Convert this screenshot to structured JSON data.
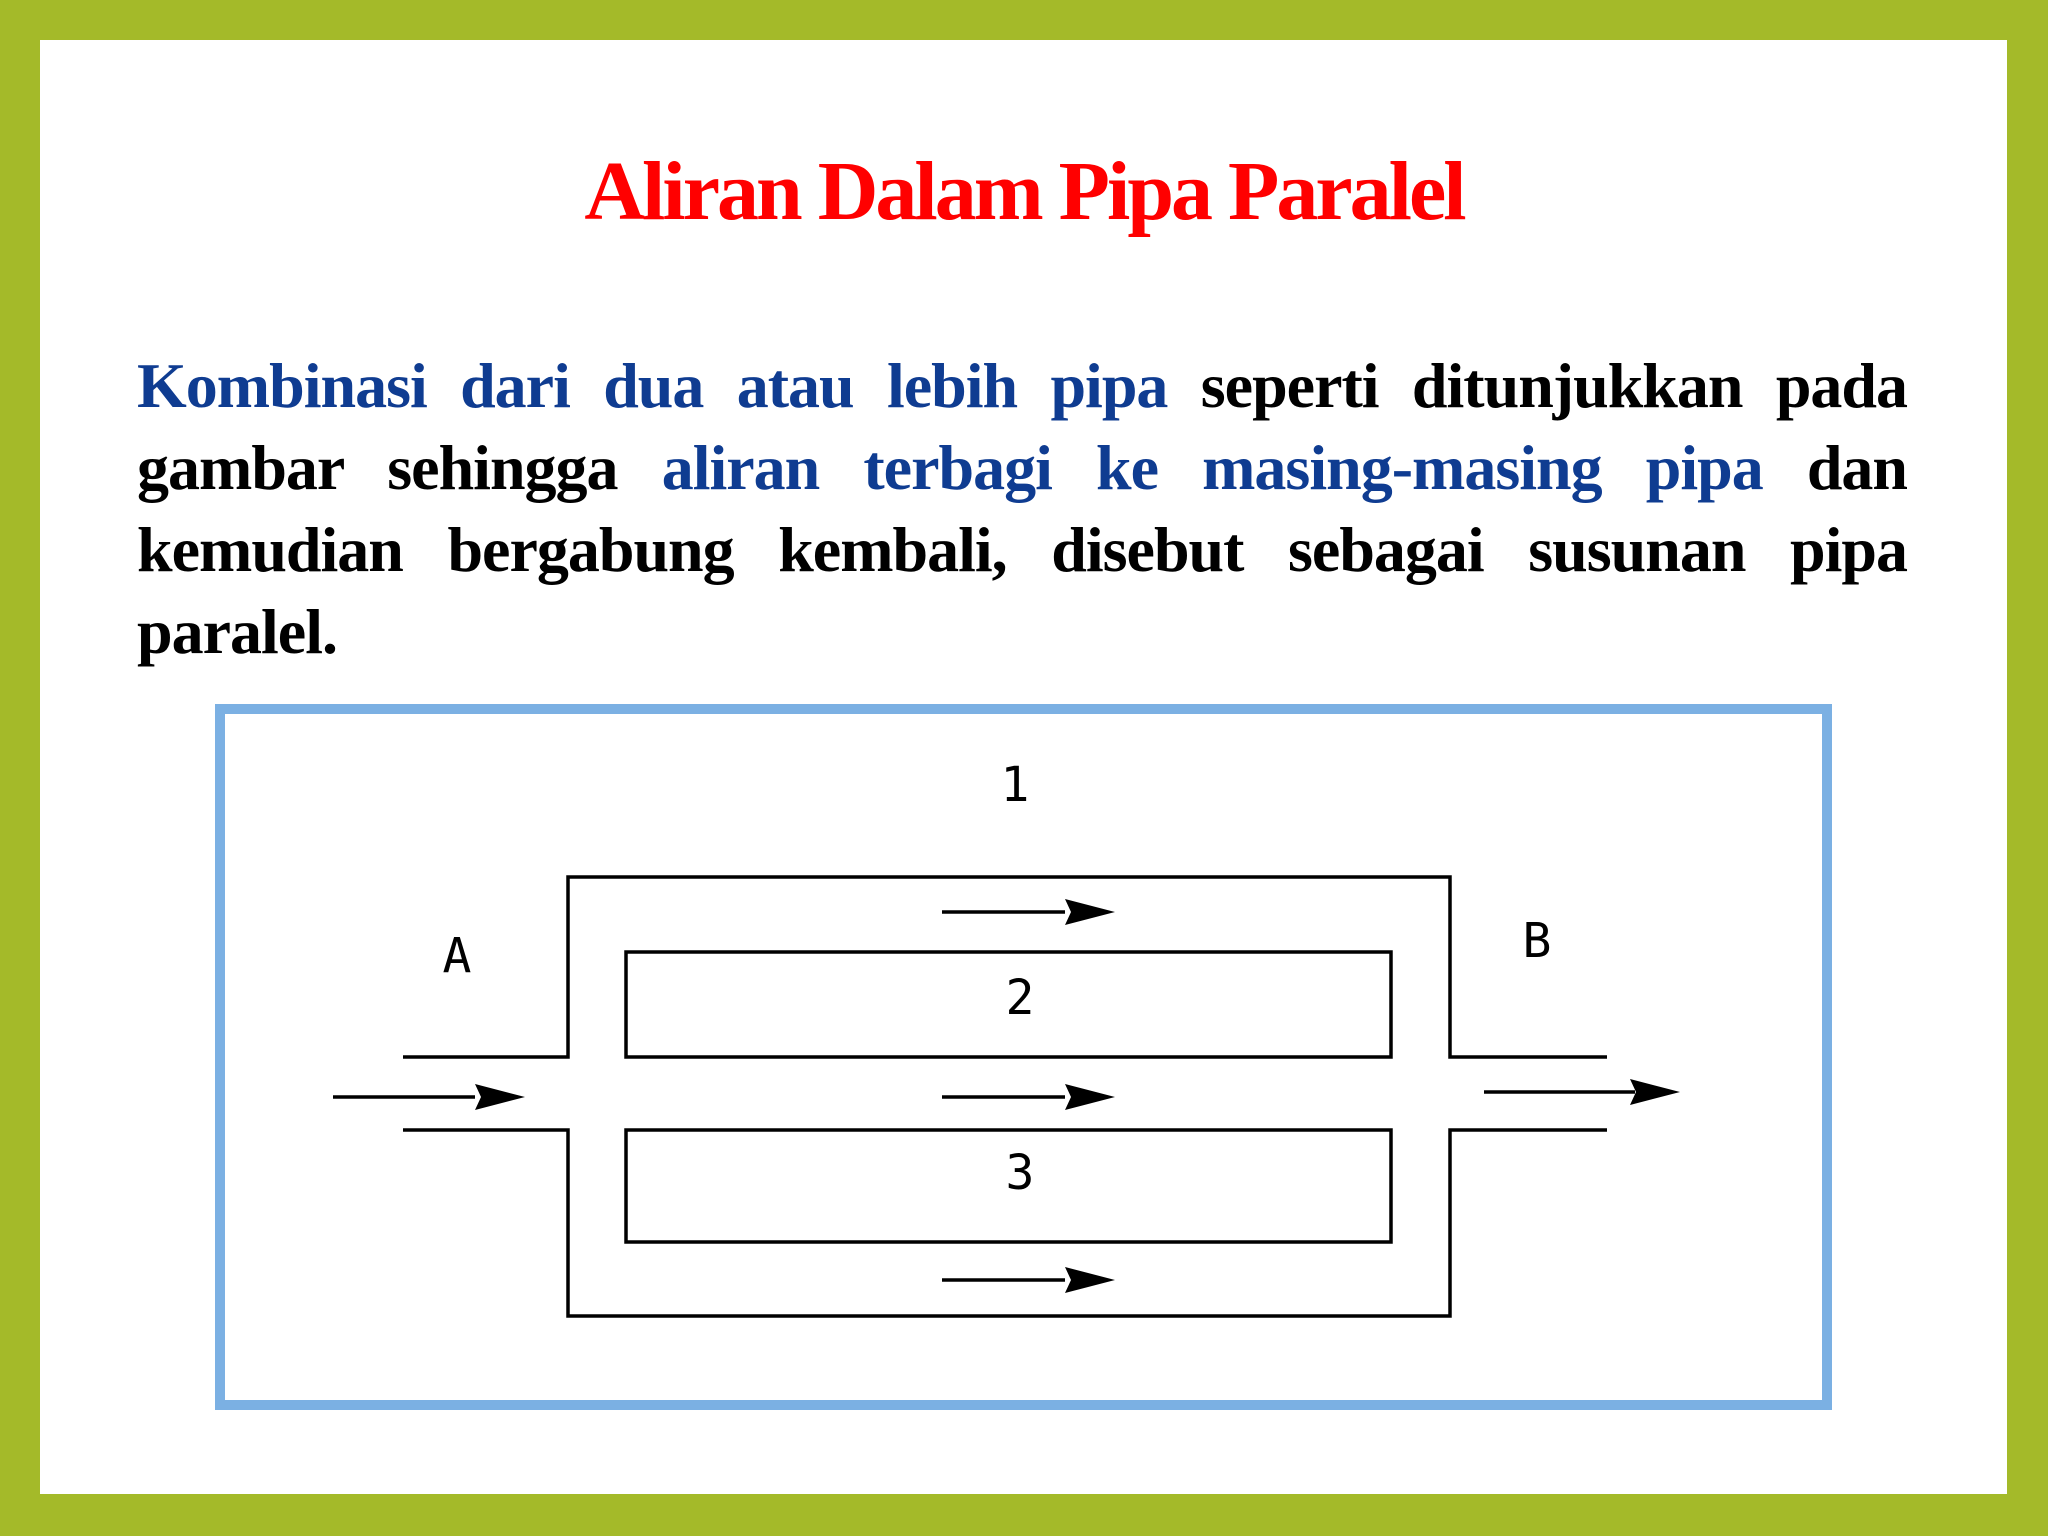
{
  "slide": {
    "title": "Aliran Dalam Pipa Paralel",
    "paragraph": [
      {
        "text": "Kombinasi dari dua atau lebih pipa ",
        "color": "blue"
      },
      {
        "text": "seperti ditunjukkan pada gambar sehingga ",
        "color": "black"
      },
      {
        "text": "aliran terbagi ke masing-masing pipa ",
        "color": "blue"
      },
      {
        "text": "dan kemudian bergabung kembali, disebut sebagai susunan pipa paralel.",
        "color": "black"
      }
    ]
  },
  "diagram": {
    "labels": {
      "pipe_1": "1",
      "pipe_2": "2",
      "pipe_3": "3",
      "inlet": "A",
      "outlet": "B"
    }
  },
  "colors": {
    "background_border": "#a4ba29",
    "title": "#ff0000",
    "text_blue": "#0f3c91",
    "text_black": "#000000",
    "diagram_frame": "#7bb0e3"
  }
}
